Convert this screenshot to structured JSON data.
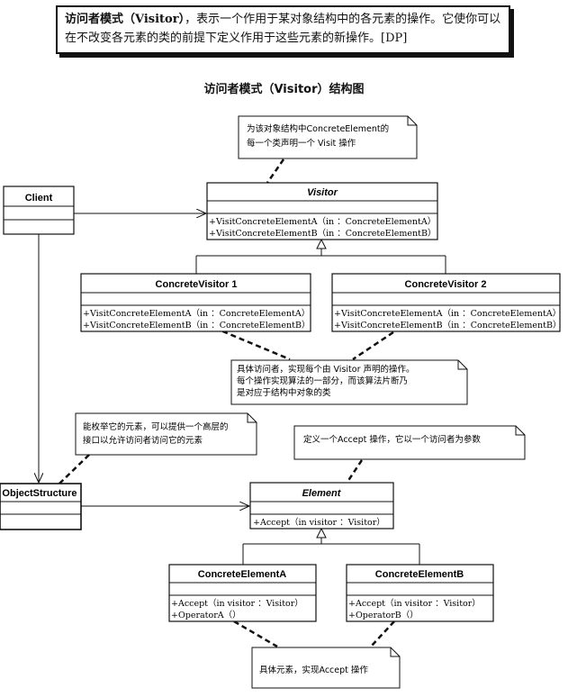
{
  "definition": {
    "term": "访问者模式（Visitor）",
    "text": "，表示一个作用于某对象结构中的各元素的操作。它使你可以在不改变各元素的类的前提下定义作用于这些元素的新操作。[DP]"
  },
  "diagram_title": "访问者模式（Visitor）结构图",
  "notes": {
    "visitor_note": [
      "为该对象结构中ConcreteElement的",
      "每一个类声明一个 Visit 操作"
    ],
    "concrete_visitor_note": [
      "具体访问者，实现每个由 Visitor 声明的操作。",
      "每个操作实现算法的一部分，而该算法片断乃",
      "是对应于结构中对象的类"
    ],
    "object_structure_note": [
      "能枚举它的元素，可以提供一个高层的",
      "接口以允许访问者访问它的元素"
    ],
    "element_note": [
      "定义一个Accept 操作，它以一个访问者为参数"
    ],
    "concrete_element_note": [
      "具体元素，实现Accept 操作"
    ]
  },
  "classes": {
    "client": {
      "name": "Client"
    },
    "visitor": {
      "name": "Visitor",
      "ops": [
        "+VisitConcreteElementA（in  ：ConcreteElementA）",
        "+VisitConcreteElementB（in  ：ConcreteElementB）"
      ]
    },
    "concrete_visitor_1": {
      "name": "ConcreteVisitor 1",
      "ops": [
        "+VisitConcreteElementA（in  ：ConcreteElementA）",
        "+VisitConcreteElementB（in  ：ConcreteElementB）"
      ]
    },
    "concrete_visitor_2": {
      "name": "ConcreteVisitor 2",
      "ops": [
        "+VisitConcreteElementA（in  ：ConcreteElementA）",
        "+VisitConcreteElementB（in  ：ConcreteElementB）"
      ]
    },
    "object_structure": {
      "name": "ObjectStructure"
    },
    "element": {
      "name": "Element",
      "ops": [
        "+Accept（in visitor  ：Visitor）"
      ]
    },
    "concrete_element_a": {
      "name": "ConcreteElementA",
      "ops": [
        "+Accept（in visitor  ：Visitor）",
        "+OperatorA（）"
      ]
    },
    "concrete_element_b": {
      "name": "ConcreteElementB",
      "ops": [
        "+Accept（in visitor  ：Visitor）",
        "+OperatorB（）"
      ]
    }
  }
}
